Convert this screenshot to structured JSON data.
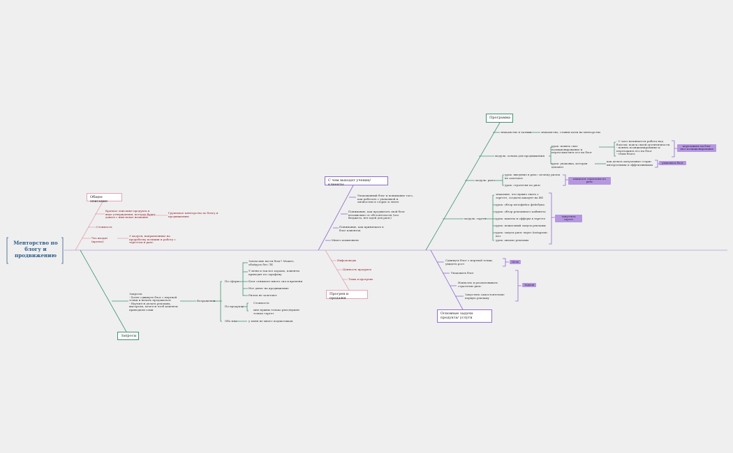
{
  "root": "Менторство по блогу и продвижению",
  "branches": {
    "overview": {
      "title": "Общее описание",
      "brief_label": "Краткое описание продукта в виде утверждения, которое будет давать с ним новое название",
      "brief_value": "Групповое менторство по блогу и продвижению",
      "cost": "Стоимость",
      "what_label": "Что входит (кратко)",
      "what_value": "3 модуля, направленные на проработку позиции и работу с таргетом и рилс"
    },
    "outcomes": {
      "title": "С чем выходят ученик/клиенты",
      "items": [
        "Упакованный блог и понимание того, как работать с упаковкой и личностью в сторис и ленте",
        "Понимание, как продвигать свой блог независимо от обстоятельств (что бюджета, нет идей для рилс)",
        "Понимание, как привлекать в блог клиентов",
        "Много комьюнити"
      ]
    },
    "warmup": {
      "title": "Прогрев и продажи",
      "items": [
        "Инфоповоды",
        "Ценность продукта",
        "Темы в прогреве"
      ]
    },
    "requests": {
      "title": "Запросы",
      "main": "Запросы:\n- Хотят сдвинуть блог с мертвой точки и начать продаваться\n- Научится делать рекламы, выгорели, хочется чтоб клиенты приходили сами",
      "objections": "Возражения",
      "groups": [
        {
          "label": "По сфере",
          "items": [
            "Зачем мне вести блог? Может, обойдусь без ЛБ",
            "У меня и так все хорошо, клиенты приходят по сарафану",
            "Блог отнимает много сил и времени",
            "Нет денег на продвижение",
            "Рилсы не залетают"
          ]
        },
        {
          "label": "По продукту",
          "items": [
            "Стоимость",
            "мне нужны только рилс/нужен только таргет"
          ]
        },
        {
          "label": "Обо мне",
          "items": [
            "у меня не много подписчиков"
          ]
        }
      ]
    },
    "program": {
      "title": "Программа",
      "intro_label": "знакомство в чатике",
      "intro_value": "знакомство, ставим цели на менторство",
      "module1": {
        "label": "модуль: основа для продвижения",
        "lessons": [
          {
            "text": "урок: понять свое позиционирование и переосмыслить его на блог",
            "detail": "- С чего начинается работа над блогом: поиск своей аутентичности\n- понять позиционирование и переложить его на блог\n- темы блога"
          },
          {
            "text": "урок: упаковка, которая цепляет",
            "detail": "как делать актуальные сторис интересными и эффективными"
          }
        ],
        "tags": [
          "переложить на блог свое позиционирование",
          "упаковать блог"
        ]
      },
      "module2": {
        "label": "модуль: рилс",
        "lessons": [
          "урок: введение в рилс: почему рилсы не залетают",
          "урок: стратегия по рилс"
        ],
        "tag": "написать стратегию по рилс"
      },
      "module3": {
        "label": "модуль: таргет",
        "lessons": [
          "знакомит, что нужно знать о таргете, создаем аккаунт на ФБ",
          "урок: обзор метафейса фейсбука",
          "урок: обзор рекламного кабинета",
          "урок: макеты и офферы в таргете",
          "урок: пошаговый запуск рекламы",
          "урок: запуск рилс через Instagram-нот",
          "урок: анализ рекламы"
        ],
        "tag": "запустить таргет"
      }
    },
    "tasks": {
      "title": "Основные задачи продукта/ услуги",
      "goal": "Сдвинуть блог с мертвой точки, увидеть рост",
      "goal_tag": "Цель",
      "plain": "Упаковать блог",
      "subs": [
        "Написать и реализовывать стратегию рилс",
        "Запустить самостоятельно первую рекламу"
      ],
      "subs_tag": "Задачи"
    }
  },
  "colors": {
    "green": "#3f9370",
    "purple": "#8f6bd0",
    "pink": "#e4a4b4",
    "tag": "#b597df",
    "root": "#2f5d8a",
    "red": "#8e1f2c"
  }
}
